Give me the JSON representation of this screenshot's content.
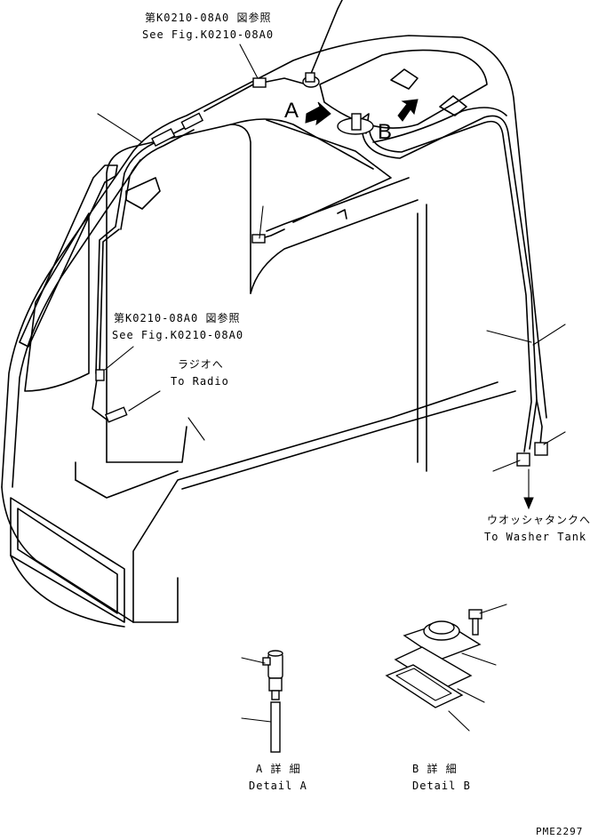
{
  "callouts": {
    "ref_top_jp": "第K0210-08A0 図参照",
    "ref_top_en": "See Fig.K0210-08A0",
    "ref_mid_jp": "第K0210-08A0 図参照",
    "ref_mid_en": "See Fig.K0210-08A0",
    "radio_jp": "ラジオへ",
    "radio_en": "To Radio",
    "washer_jp": "ウオッシャタンクへ",
    "washer_en": "To Washer Tank"
  },
  "views": {
    "a_letter": "A",
    "b_letter": "B",
    "detail_a_jp": "A 詳 細",
    "detail_a_en": "Detail A",
    "detail_b_jp": "B 詳 細",
    "detail_b_en": "Detail B"
  },
  "drawing_code": "PME2297"
}
